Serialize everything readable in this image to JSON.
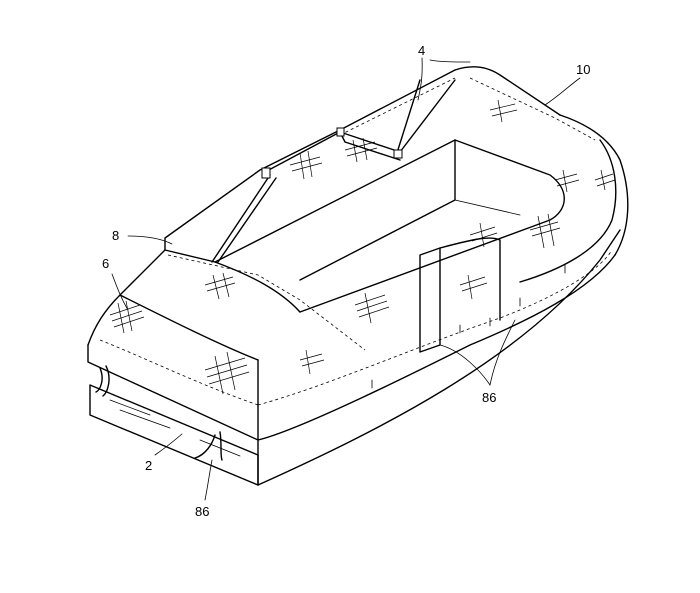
{
  "figure": {
    "reference_labels": [
      {
        "id": "ref-4",
        "text": "4"
      },
      {
        "id": "ref-10",
        "text": "10"
      },
      {
        "id": "ref-8",
        "text": "8"
      },
      {
        "id": "ref-6",
        "text": "6"
      },
      {
        "id": "ref-86-right",
        "text": "86"
      },
      {
        "id": "ref-2",
        "text": "2"
      },
      {
        "id": "ref-86-bottom",
        "text": "86"
      }
    ]
  }
}
